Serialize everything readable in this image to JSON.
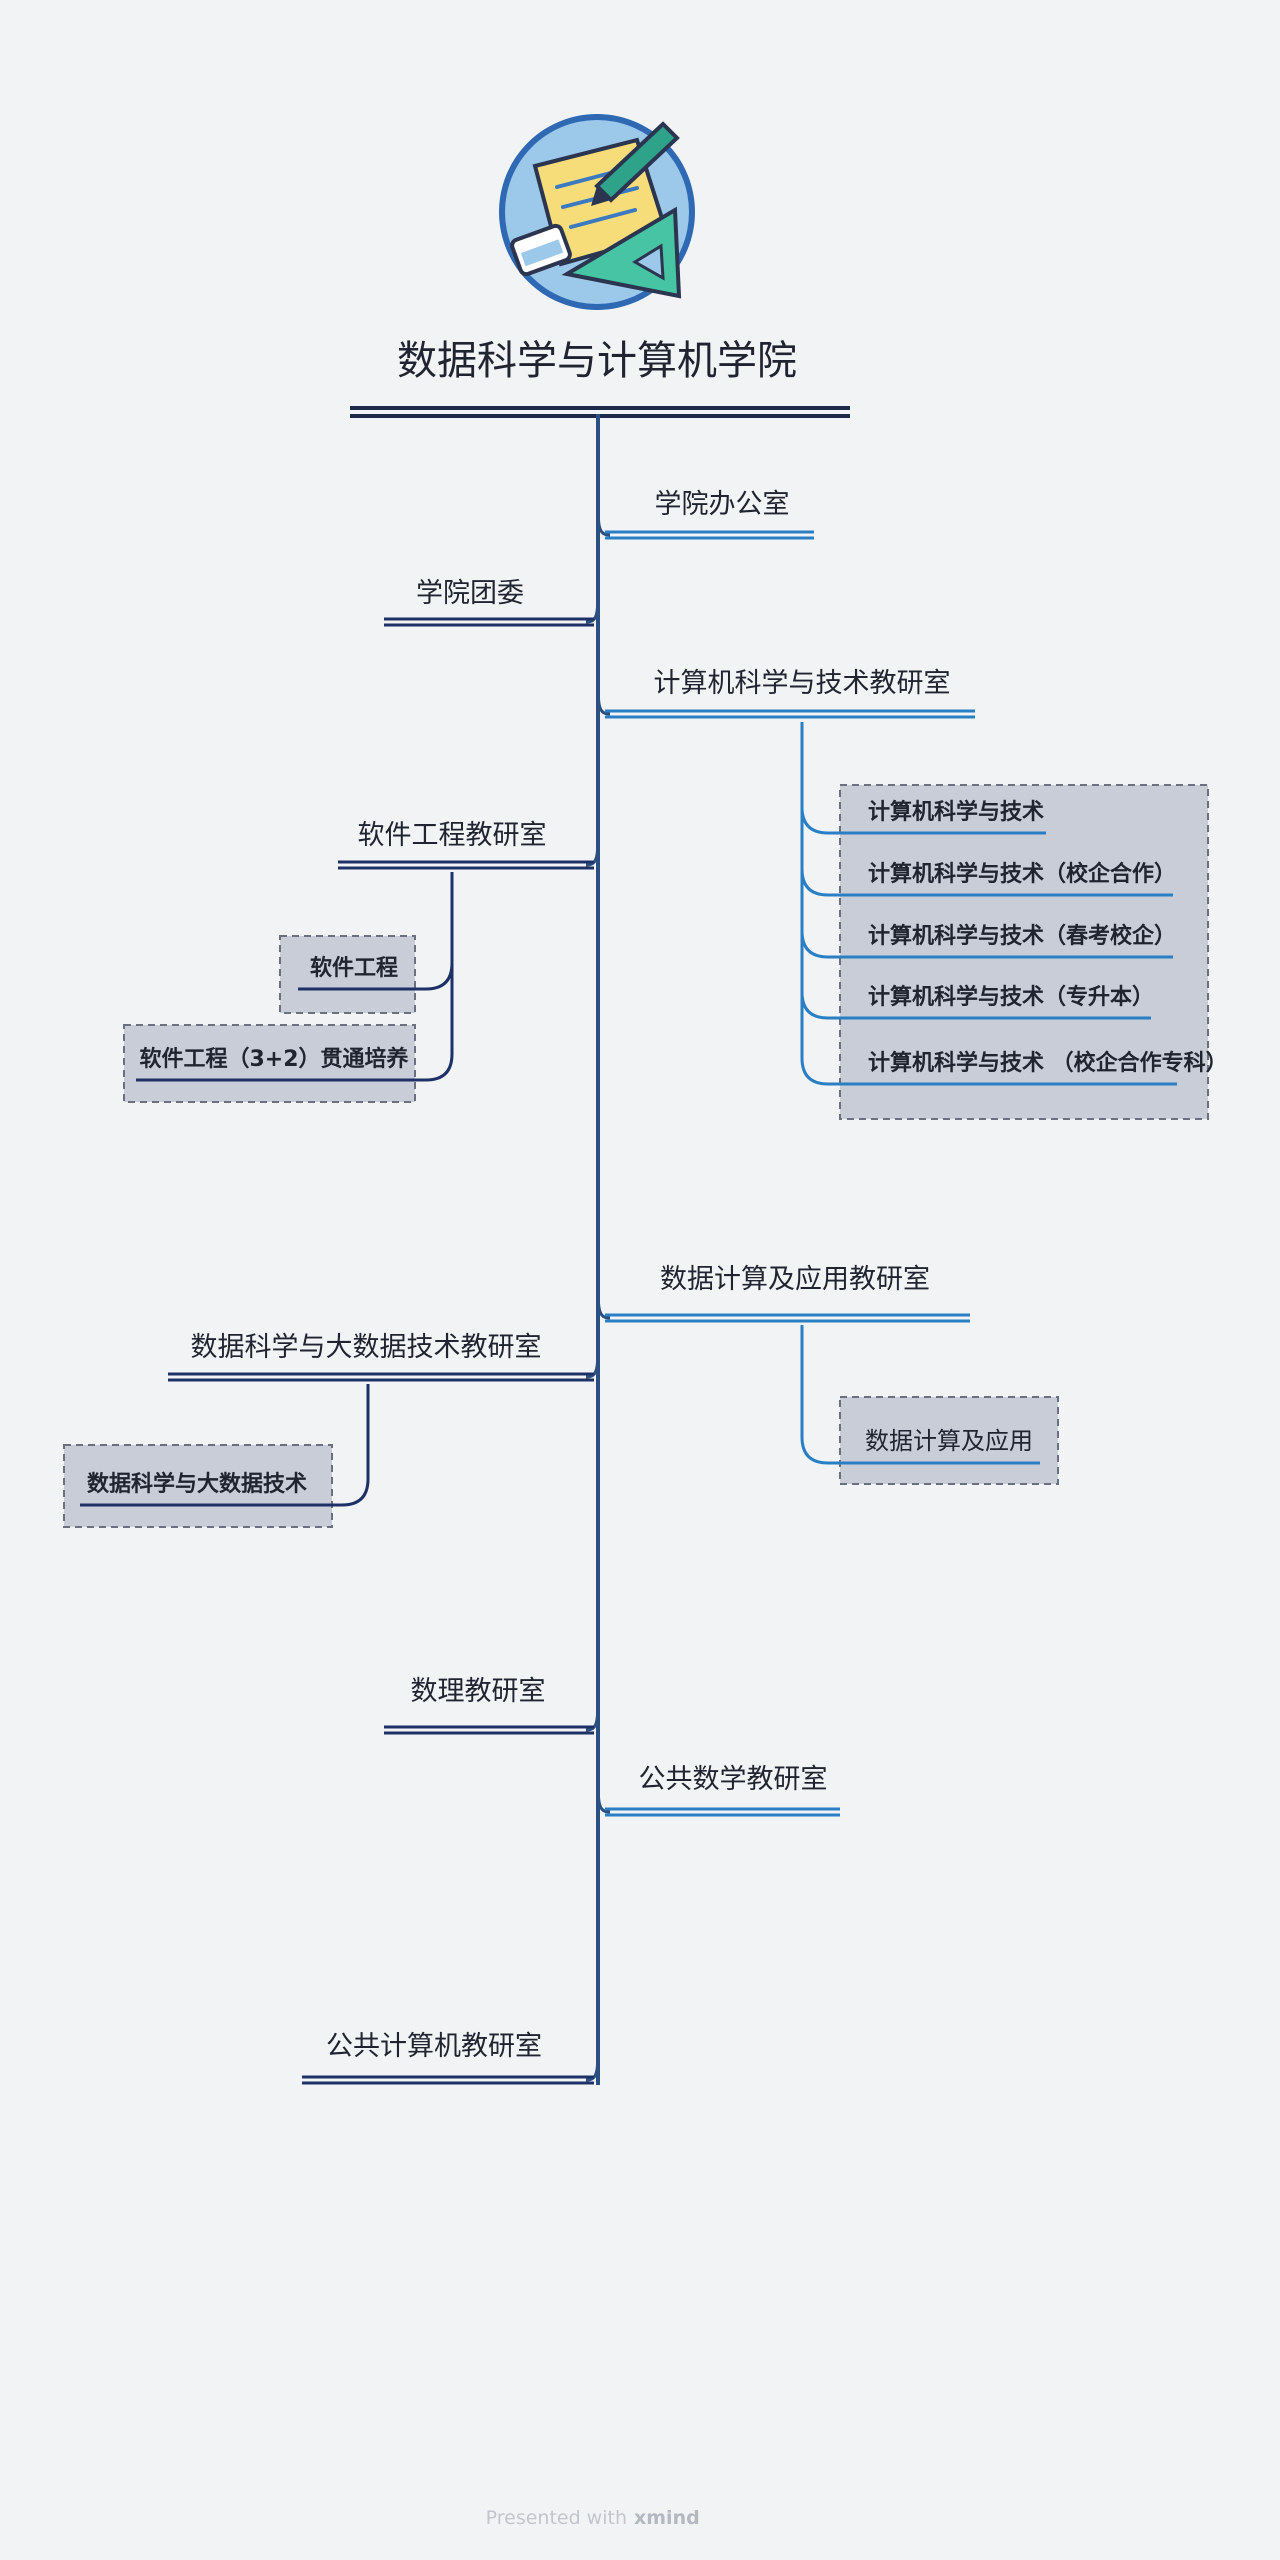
{
  "root": {
    "title": "数据科学与计算机学院",
    "icon": "stationery-icon"
  },
  "branches": [
    {
      "id": "office",
      "label": "学院办公室",
      "side": "right",
      "children": []
    },
    {
      "id": "league",
      "label": "学院团委",
      "side": "left",
      "children": []
    },
    {
      "id": "cs",
      "label": "计算机科学与技术教研室",
      "side": "right",
      "children": [
        "计算机科学与技术",
        "计算机科学与技术（校企合作）",
        "计算机科学与技术（春考校企）",
        "计算机科学与技术（专升本）",
        "计算机科学与技术 （校企合作专科）"
      ]
    },
    {
      "id": "se",
      "label": "软件工程教研室",
      "side": "left",
      "children": [
        "软件工程",
        "软件工程（3+2）贯通培养"
      ]
    },
    {
      "id": "dca",
      "label": "数据计算及应用教研室",
      "side": "right",
      "children": [
        "数据计算及应用"
      ]
    },
    {
      "id": "dsbd",
      "label": "数据科学与大数据技术教研室",
      "side": "left",
      "children": [
        "数据科学与大数据技术"
      ]
    },
    {
      "id": "math",
      "label": "数理教研室",
      "side": "left",
      "children": []
    },
    {
      "id": "pubmath",
      "label": "公共数学教研室",
      "side": "right",
      "children": []
    },
    {
      "id": "pubcomp",
      "label": "公共计算机教研室",
      "side": "left",
      "children": []
    }
  ],
  "colors": {
    "trunk": "#2c4f82",
    "left_underline": "#1e3166",
    "right_underline": "#2a7fc4",
    "box_fill": "#c9cdd8",
    "box_border": "#6b7080",
    "background": "#f2f3f5"
  },
  "footer": {
    "prefix": "Presented with",
    "brand": "xmind"
  }
}
